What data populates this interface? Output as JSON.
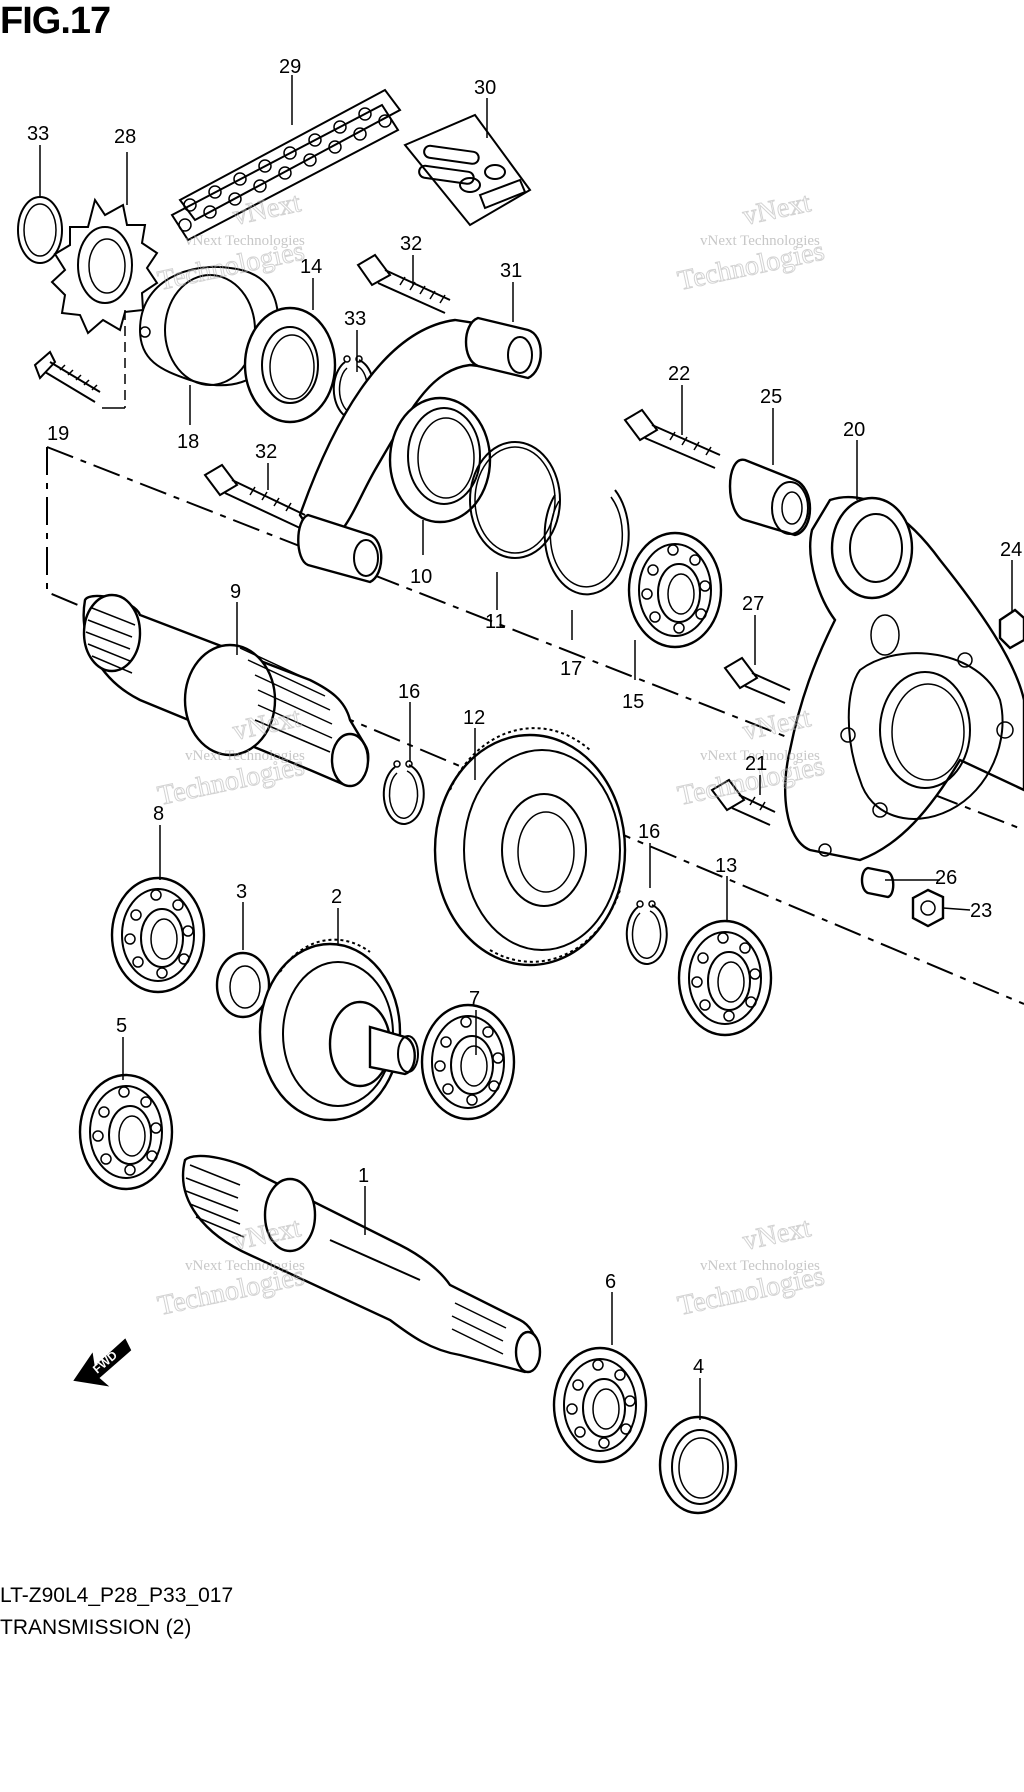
{
  "figure": {
    "title": "FIG.17",
    "code": "LT-Z90L4_P28_P33_017",
    "subtitle": "TRANSMISSION (2)"
  },
  "watermark": {
    "line1": "vNext Technologies",
    "line2": "vNext",
    "line3": "Technologies"
  },
  "fwd_label": "FWD",
  "callouts": [
    {
      "id": "c29",
      "label": "29"
    },
    {
      "id": "c30",
      "label": "30"
    },
    {
      "id": "c33a",
      "label": "33"
    },
    {
      "id": "c28",
      "label": "28"
    },
    {
      "id": "c14",
      "label": "14"
    },
    {
      "id": "c32a",
      "label": "32"
    },
    {
      "id": "c31",
      "label": "31"
    },
    {
      "id": "c33b",
      "label": "33"
    },
    {
      "id": "c19",
      "label": "19"
    },
    {
      "id": "c18",
      "label": "18"
    },
    {
      "id": "c32b",
      "label": "32"
    },
    {
      "id": "c22",
      "label": "22"
    },
    {
      "id": "c25",
      "label": "25"
    },
    {
      "id": "c20",
      "label": "20"
    },
    {
      "id": "c24",
      "label": "24"
    },
    {
      "id": "c10",
      "label": "10"
    },
    {
      "id": "c11",
      "label": "11"
    },
    {
      "id": "c17",
      "label": "17"
    },
    {
      "id": "c15",
      "label": "15"
    },
    {
      "id": "c27",
      "label": "27"
    },
    {
      "id": "c9",
      "label": "9"
    },
    {
      "id": "c16a",
      "label": "16"
    },
    {
      "id": "c12",
      "label": "12"
    },
    {
      "id": "c21",
      "label": "21"
    },
    {
      "id": "c26",
      "label": "26"
    },
    {
      "id": "c23",
      "label": "23"
    },
    {
      "id": "c8",
      "label": "8"
    },
    {
      "id": "c3",
      "label": "3"
    },
    {
      "id": "c2",
      "label": "2"
    },
    {
      "id": "c16b",
      "label": "16"
    },
    {
      "id": "c13",
      "label": "13"
    },
    {
      "id": "c7",
      "label": "7"
    },
    {
      "id": "c5",
      "label": "5"
    },
    {
      "id": "c1",
      "label": "1"
    },
    {
      "id": "c6",
      "label": "6"
    },
    {
      "id": "c4",
      "label": "4"
    }
  ]
}
